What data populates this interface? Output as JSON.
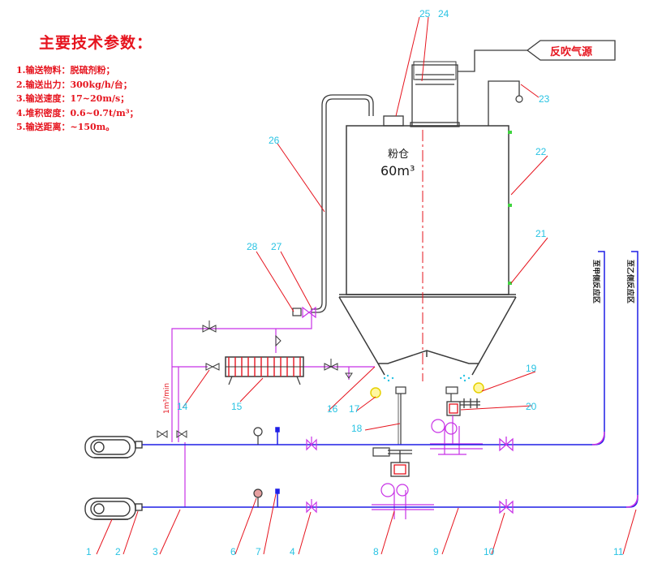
{
  "specs": {
    "title": "主要技术参数：",
    "items": [
      "1.输送物料：脱硫剂粉；",
      "2.输送出力：300kg/h/台；",
      "3.输送速度：17~20m/s；",
      "4.堆积密度：0.6~0.7t/m³；",
      "5.输送距离：~150m。"
    ]
  },
  "silo": {
    "name": "粉仓",
    "volume": "60m³"
  },
  "labels": {
    "blowback_source": "反吹气源",
    "flow_rate": "1m³/min",
    "to_furnace_a": "至甲侧反应区",
    "to_furnace_b": "至乙侧反应区"
  },
  "callouts": [
    "1",
    "2",
    "3",
    "4",
    "6",
    "7",
    "8",
    "9",
    "10",
    "11",
    "14",
    "15",
    "16",
    "17",
    "18",
    "19",
    "20",
    "21",
    "22",
    "23",
    "24",
    "25",
    "26",
    "27",
    "28"
  ],
  "colors": {
    "pipe_blue": "#1e1ee6",
    "pipe_magenta": "#c832e6",
    "leader_red": "#e6141e",
    "callout_cyan": "#29c3e3",
    "outline": "#3a3a3a"
  }
}
